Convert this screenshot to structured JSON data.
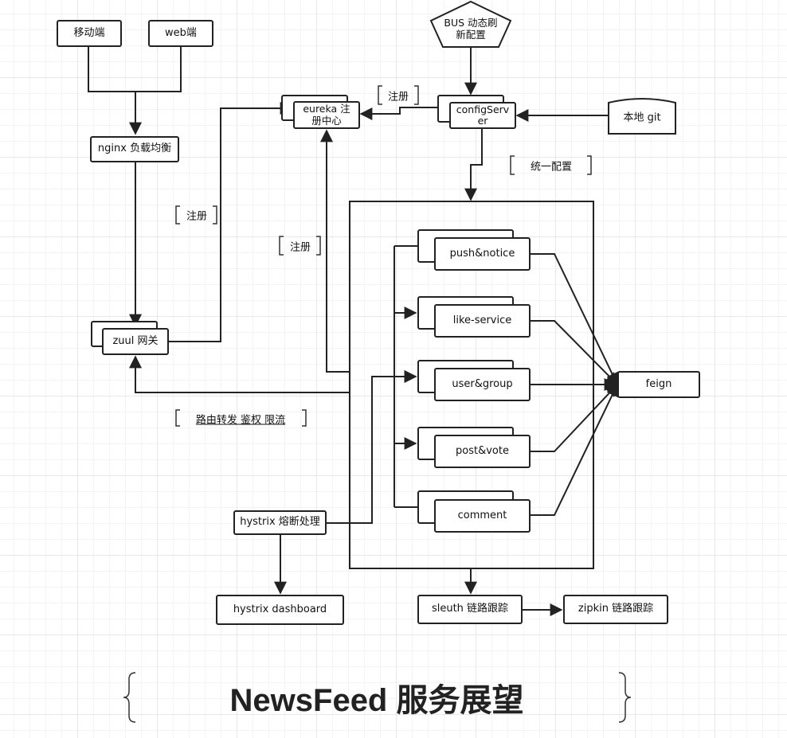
{
  "nodes": {
    "mobile": "移动端",
    "web": "web端",
    "bus": "BUS 动态刷新配置",
    "eureka": "eureka 注册中心",
    "config_server": "configServer",
    "local_git": "本地 git",
    "nginx": "nginx 负载均衡",
    "zuul": "zuul 网关",
    "push_notice": "push&notice",
    "like_service": "like-service",
    "user_group": "user&group",
    "post_vote": "post&vote",
    "comment": "comment",
    "feign": "feign",
    "hystrix": "hystrix 熔断处理",
    "hystrix_dashboard": "hystrix dashboard",
    "sleuth": "sleuth 链路跟踪",
    "zipkin": "zipkin 链路跟踪"
  },
  "annotations": {
    "register_top": "注册",
    "unified_config": "统一配置",
    "register_left": "注册",
    "register_mid": "注册",
    "routing": "路由转发 鉴权 限流"
  },
  "title": "NewsFeed 服务展望"
}
